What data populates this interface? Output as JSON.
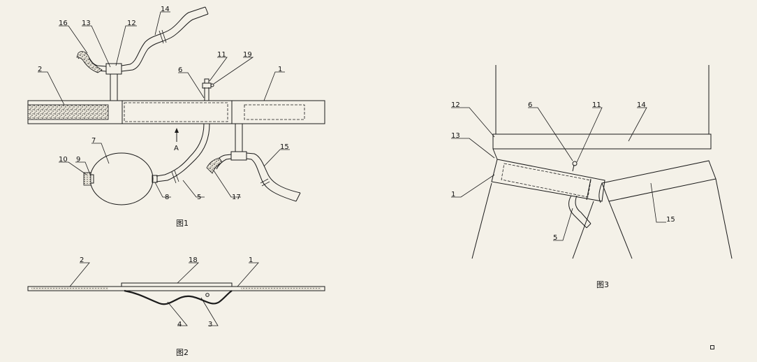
{
  "figures": [
    {
      "caption": "图1",
      "labels": [
        "16",
        "13",
        "12",
        "14",
        "2",
        "6",
        "11",
        "19",
        "1",
        "A",
        "7",
        "10",
        "9",
        "8",
        "5",
        "17",
        "15"
      ]
    },
    {
      "caption": "图2",
      "labels": [
        "2",
        "18",
        "1",
        "4",
        "3"
      ]
    },
    {
      "caption": "图3",
      "labels": [
        "12",
        "6",
        "11",
        "14",
        "13",
        "1",
        "15",
        "5"
      ]
    }
  ]
}
